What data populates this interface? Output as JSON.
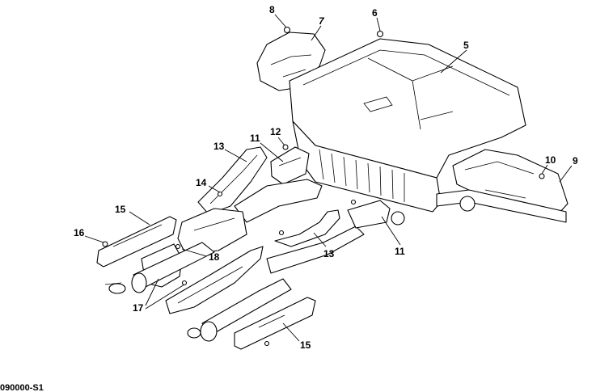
{
  "diagram": {
    "callouts": [
      "8",
      "7",
      "6",
      "5",
      "12",
      "11",
      "13",
      "14",
      "15",
      "16",
      "18",
      "17",
      "13",
      "11",
      "10",
      "9",
      "15"
    ],
    "reference_code": "090000-S1"
  }
}
